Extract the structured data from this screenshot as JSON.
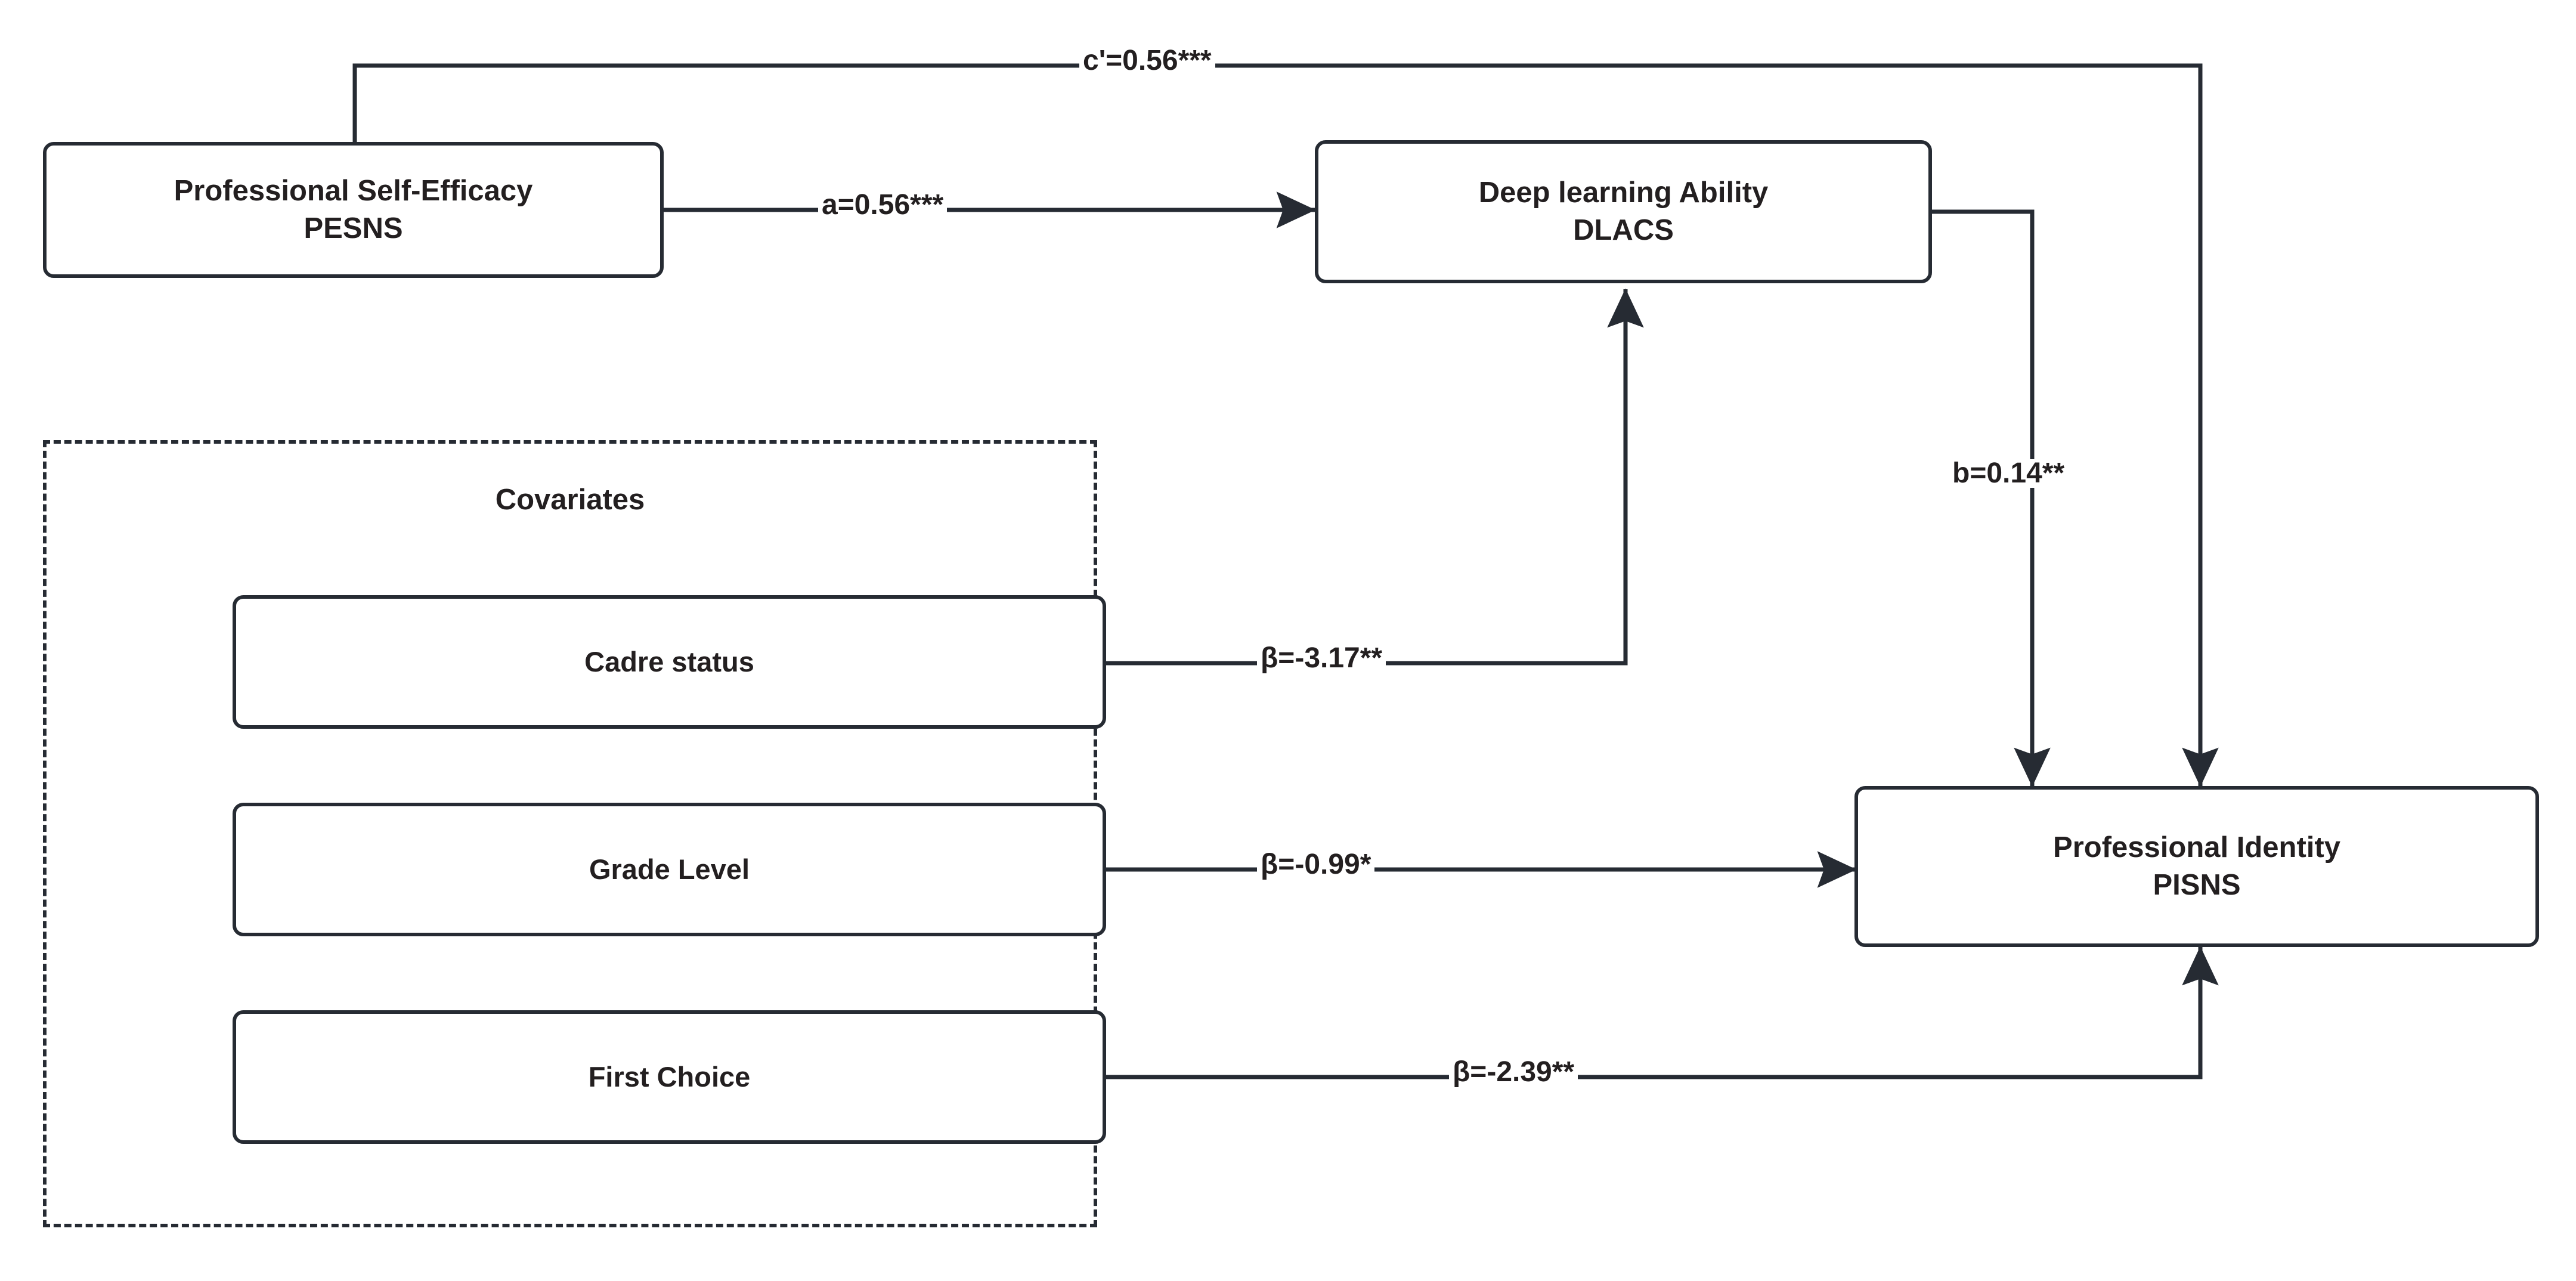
{
  "figure": {
    "type": "path-diagram",
    "kind": "mediation model with covariates",
    "background_color": "#ffffff",
    "line_color": "#262b33",
    "text_color": "#231f20"
  },
  "nodes": {
    "predictor": {
      "id": "pesns",
      "line1": "Professional Self-Efficacy",
      "line2": "PESNS"
    },
    "mediator": {
      "id": "dlacs",
      "line1": "Deep learning Ability",
      "line2": "DLACS"
    },
    "outcome": {
      "id": "pisns",
      "line1": "Professional Identity",
      "line2": "PISNS"
    }
  },
  "covariates": {
    "title": "Covariates",
    "items": [
      {
        "id": "cadre-status",
        "label": "Cadre status"
      },
      {
        "id": "grade-level",
        "label": "Grade Level"
      },
      {
        "id": "first-choice",
        "label": "First Choice"
      }
    ]
  },
  "paths": [
    {
      "id": "c-prime",
      "label": "c'=0.56***",
      "from": "Professional Self-Efficacy PESNS",
      "to": "Professional Identity PISNS",
      "coefficient": 0.56,
      "significance": "***"
    },
    {
      "id": "a",
      "label": "a=0.56***",
      "from": "Professional Self-Efficacy PESNS",
      "to": "Deep learning Ability DLACS",
      "coefficient": 0.56,
      "significance": "***"
    },
    {
      "id": "b",
      "label": "b=0.14**",
      "from": "Deep learning Ability DLACS",
      "to": "Professional Identity PISNS",
      "coefficient": 0.14,
      "significance": "**"
    },
    {
      "id": "cadre-to-dlacs",
      "label": "β=-3.17**",
      "from": "Cadre status",
      "to": "Deep learning Ability DLACS",
      "coefficient": -3.17,
      "significance": "**"
    },
    {
      "id": "grade-to-pisns",
      "label": "β=-0.99*",
      "from": "Grade Level",
      "to": "Professional Identity PISNS",
      "coefficient": -0.99,
      "significance": "*"
    },
    {
      "id": "firstchoice-to-pisns",
      "label": "β=-2.39**",
      "from": "First Choice",
      "to": "Professional Identity PISNS",
      "coefficient": -2.39,
      "significance": "**"
    }
  ]
}
